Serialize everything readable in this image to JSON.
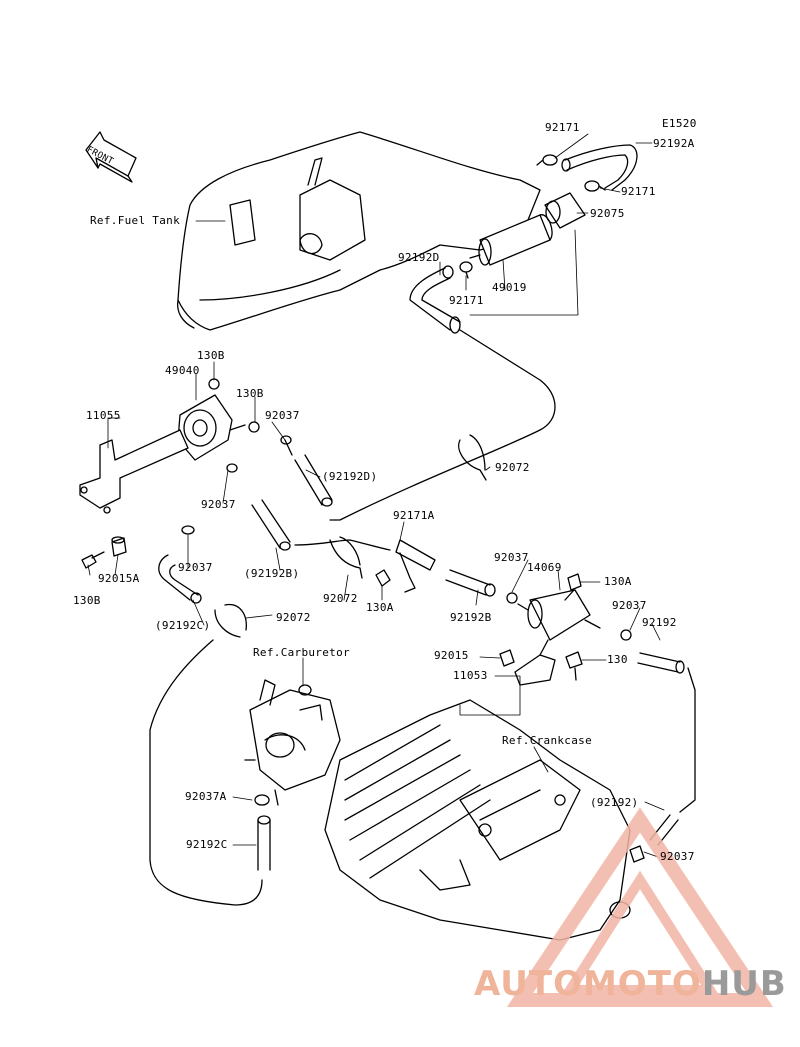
{
  "diagram": {
    "code": "E1520",
    "front_marker": "FRONT",
    "references": {
      "fuel_tank": "Ref.Fuel Tank",
      "carburetor": "Ref.Carburetor",
      "crankcase": "Ref.Crankcase"
    },
    "part_labels": [
      "92171",
      "92192A",
      "92171",
      "92075",
      "92192D",
      "49019",
      "92171",
      "130B",
      "49040",
      "130B",
      "11055",
      "92037",
      "(92192D)",
      "92037",
      "92072",
      "92171A",
      "130B",
      "92015A",
      "92037",
      "(92192B)",
      "92072",
      "130A",
      "(92192C)",
      "92072",
      "92037",
      "14069",
      "130A",
      "92192B",
      "92037",
      "92192",
      "92015",
      "130",
      "11053",
      "92037A",
      "92192C",
      "(92192)",
      "92037"
    ]
  },
  "watermark": {
    "part1": "AUTOMOTO",
    "part2": "HUB",
    "color_primary": "#f0b49a",
    "color_secondary": "#9a9a9a"
  }
}
